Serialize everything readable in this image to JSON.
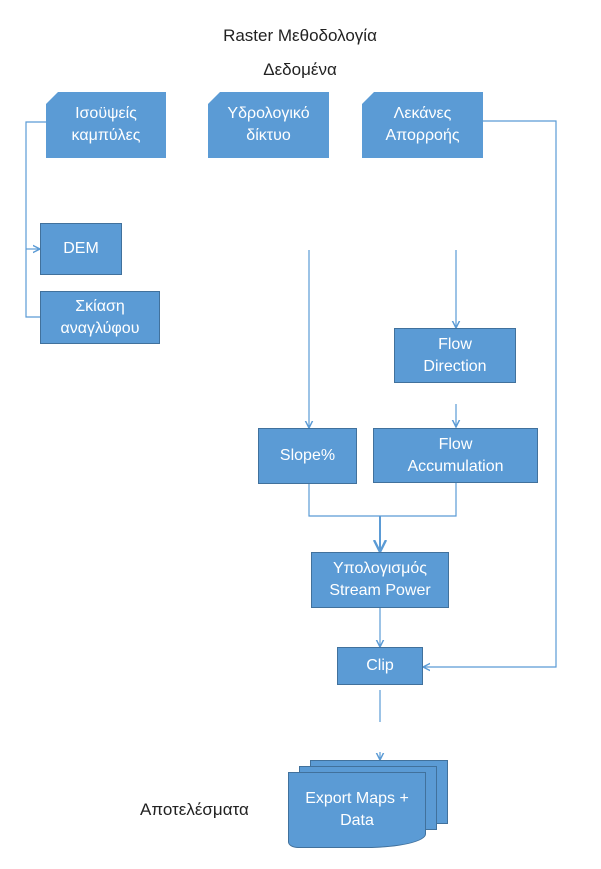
{
  "title": "Raster Μεθοδολογία",
  "subtitle": "Δεδομένα",
  "inputs": {
    "contours": [
      "Ισοϋψείς",
      "καμπύλες"
    ],
    "hydro": [
      "Υδρολογικό",
      "δίκτυο"
    ],
    "basins": [
      "Λεκάνες",
      "Απορροής"
    ]
  },
  "dem": "DEM",
  "hillshade": [
    "Σκίαση",
    "αναγλύφου"
  ],
  "flow_direction": [
    "Flow",
    "Direction"
  ],
  "slope": "Slope%",
  "flow_accumulation": [
    "Flow",
    "Accumulation"
  ],
  "stream_power": [
    "Υπολογισμός",
    "Stream Power"
  ],
  "clip": "Clip",
  "export": [
    "Export Maps +",
    "Data"
  ],
  "results": "Αποτελέσματα",
  "colors": {
    "box_fill": "#5b9bd5",
    "box_border": "#41719c",
    "connector": "#5b9bd5"
  }
}
